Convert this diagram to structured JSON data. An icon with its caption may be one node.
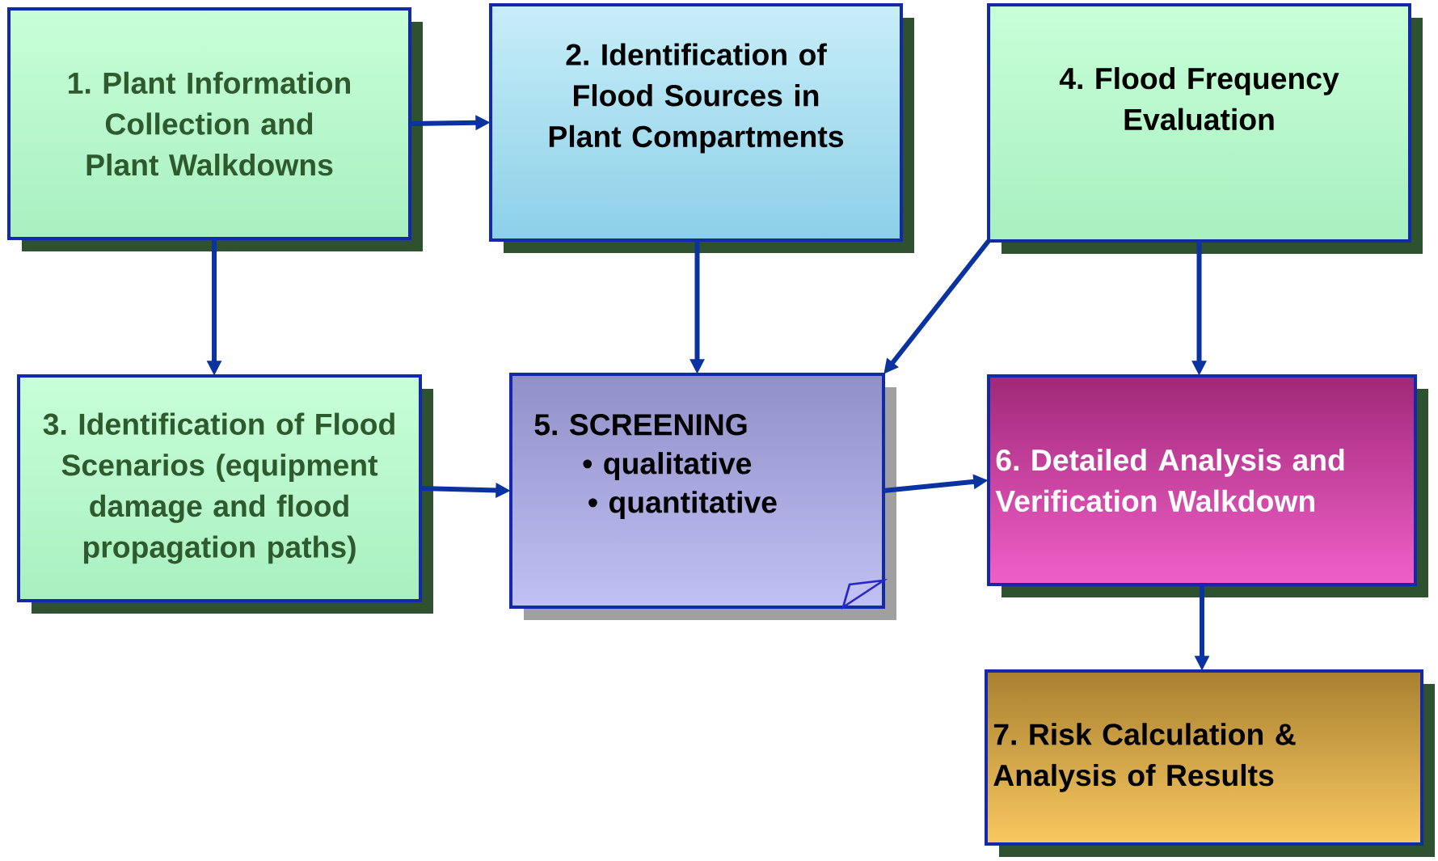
{
  "diagram": {
    "nodes": [
      {
        "text": [
          "1. Plant Information Collection and Plant Walkdowns"
        ]
      },
      {
        "text": [
          "2. Identification of Flood Sources in Plant Compartments"
        ]
      },
      {
        "text": [
          "3. Identification of Flood Scenarios (equipment damage and flood propagation paths)"
        ]
      },
      {
        "text": [
          "4. Flood Frequency Evaluation"
        ]
      },
      {
        "text": [
          "5. SCREENING",
          "• qualitative",
          "• quantitative"
        ]
      },
      {
        "text": [
          "6. Detailed Analysis and Verification Walkdown"
        ]
      },
      {
        "text": [
          "7. Risk Calculation & Analysis of Results"
        ]
      }
    ],
    "edges": [
      {
        "from": 0,
        "to": 1,
        "arrow": "to"
      },
      {
        "from": 0,
        "to": 2,
        "arrow": "to"
      },
      {
        "from": 1,
        "to": 4,
        "arrow": "to"
      },
      {
        "from": 3,
        "to": 4,
        "arrow": "to"
      },
      {
        "from": 3,
        "to": 5,
        "arrow": "to"
      },
      {
        "from": 2,
        "to": 4,
        "arrow": "to"
      },
      {
        "from": 4,
        "to": 5,
        "arrow": "to"
      },
      {
        "from": 5,
        "to": 6,
        "arrow": "to"
      }
    ]
  }
}
